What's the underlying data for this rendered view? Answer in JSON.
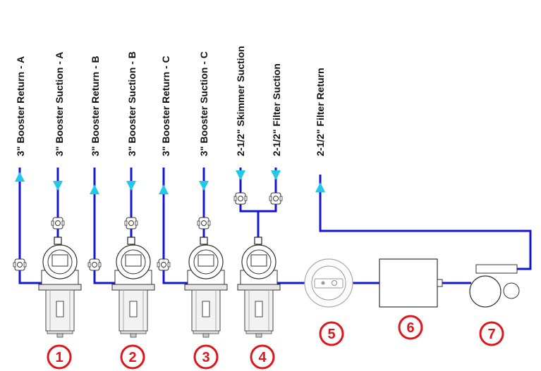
{
  "line_labels": [
    "3\" Booster Return - A",
    "3\" Booster Suction - A",
    "3\" Booster Return - B",
    "3\" Booster Suction - B",
    "3\" Booster Return - C",
    "3\" Booster Suction - C",
    "2-1/2\" Skimmer Suction",
    "2-1/2\" Filter Suction",
    "2-1/2\" Filter Return"
  ],
  "component_numbers": [
    "1",
    "2",
    "3",
    "4",
    "5",
    "6",
    "7"
  ],
  "colors": {
    "pipe": "#1616d0",
    "arrow": "#22c8e8",
    "number_circle": "#e0151b"
  }
}
